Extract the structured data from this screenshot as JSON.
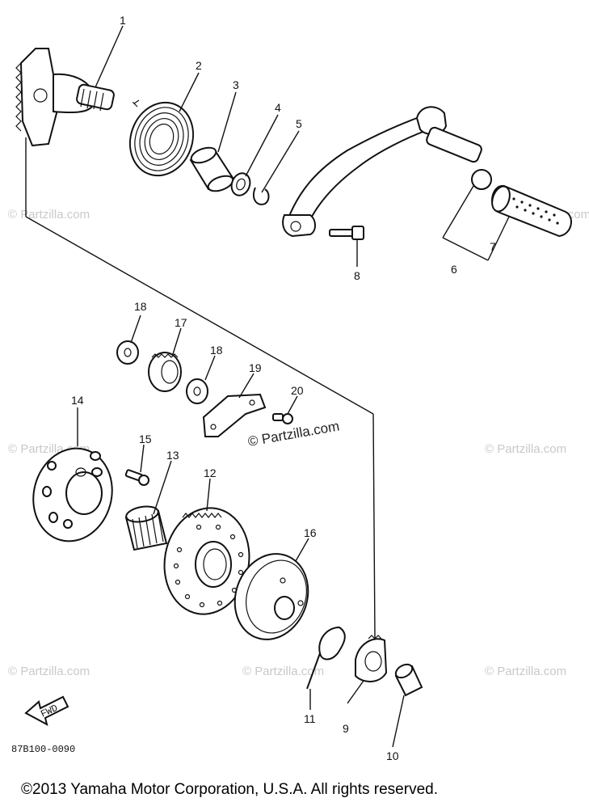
{
  "callouts": [
    "1",
    "2",
    "3",
    "4",
    "5",
    "6",
    "7",
    "8",
    "9",
    "10",
    "11",
    "12",
    "13",
    "14",
    "15",
    "16",
    "17",
    "18",
    "18",
    "19",
    "20"
  ],
  "part_code": "87B100-0090",
  "fwd_label": "FWD",
  "watermark_main": "© Partzilla.com",
  "watermark_faint": "© Partzilla.com",
  "copyright": "©2013  Yamaha Motor Corporation, U.S.A. All rights reserved."
}
